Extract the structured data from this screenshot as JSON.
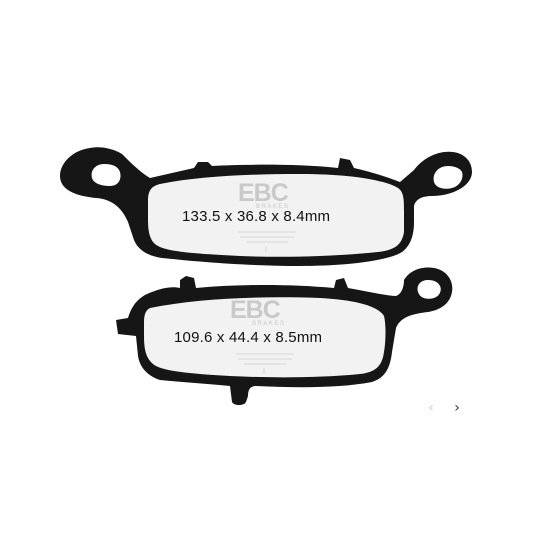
{
  "gallery": {
    "prev_symbol": "‹",
    "next_symbol": "›"
  },
  "pads": [
    {
      "brand": "EBC",
      "brand_sub": "BRAKES",
      "dimensions": "133.5 x 36.8 x 8.4mm"
    },
    {
      "brand": "EBC",
      "brand_sub": "BRAKES",
      "dimensions": "109.6 x 44.4 x 8.5mm"
    }
  ],
  "colors": {
    "plate": "#161616",
    "pad_face": "#f2f2f2",
    "brand_gray": "#c9c9c9",
    "nav_active": "#333333",
    "nav_inactive": "#cfcfcf"
  }
}
